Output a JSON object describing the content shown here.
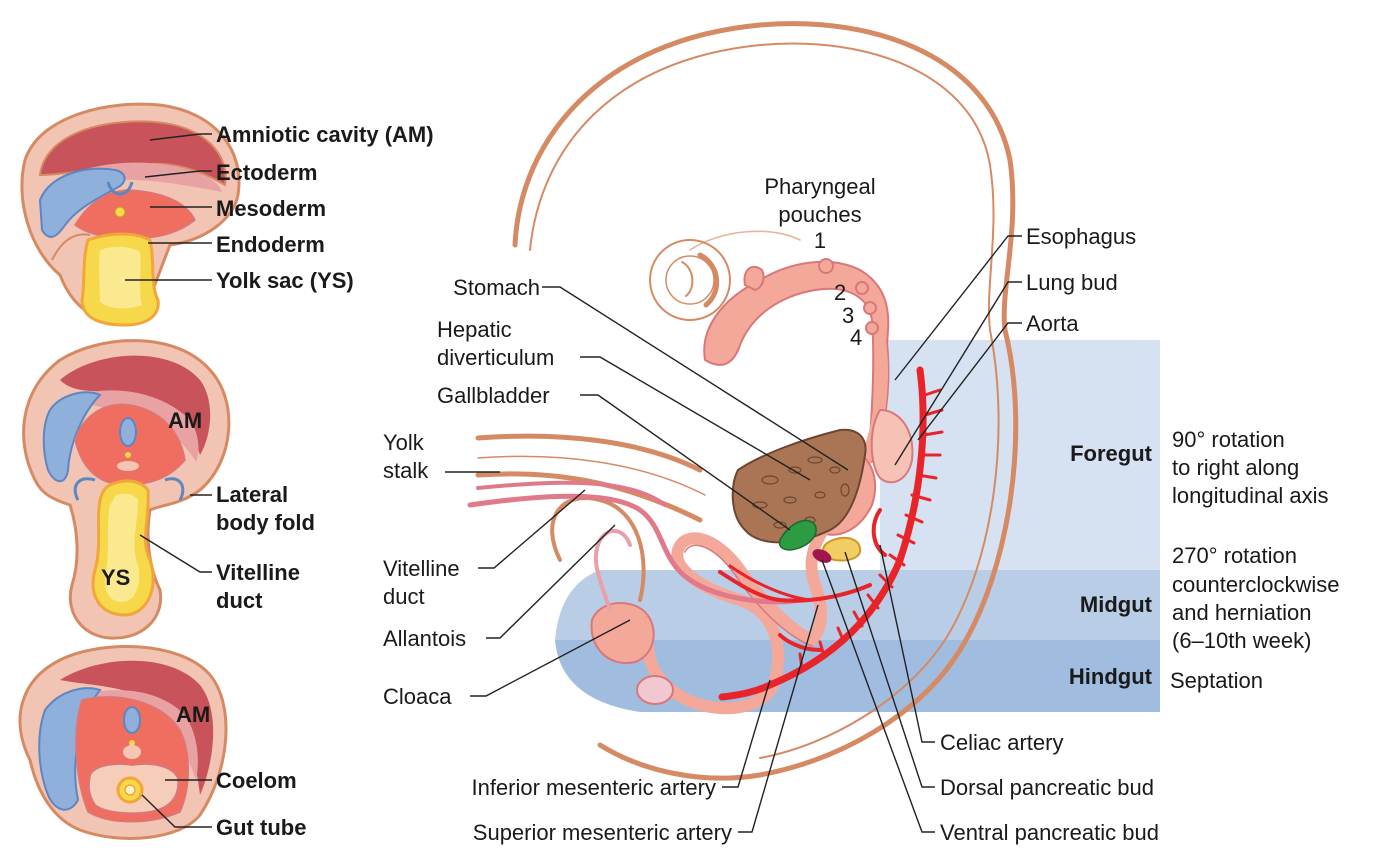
{
  "cross_sections": {
    "top": {
      "amniotic_cavity": "Amniotic cavity (AM)",
      "ectoderm": "Ectoderm",
      "mesoderm": "Mesoderm",
      "endoderm": "Endoderm",
      "yolk_sac": "Yolk sac (YS)"
    },
    "middle": {
      "am": "AM",
      "ys": "YS",
      "lateral_body_fold": [
        "Lateral",
        "body fold"
      ],
      "vitelline_duct": [
        "Vitelline",
        "duct"
      ]
    },
    "bottom": {
      "am": "AM",
      "coelom": "Coelom",
      "gut_tube": "Gut tube"
    }
  },
  "embryo_labels": {
    "pharyngeal_pouches": [
      "Pharyngeal",
      "pouches"
    ],
    "pouch_numbers": [
      "1",
      "2",
      "3",
      "4"
    ],
    "stomach": "Stomach",
    "hepatic_diverticulum": [
      "Hepatic",
      "diverticulum"
    ],
    "gallbladder": "Gallbladder",
    "yolk_stalk": [
      "Yolk",
      "stalk"
    ],
    "vitelline_duct": [
      "Vitelline",
      "duct"
    ],
    "allantois": "Allantois",
    "cloaca": "Cloaca",
    "esophagus": "Esophagus",
    "lung_bud": "Lung bud",
    "aorta": "Aorta",
    "celiac_artery": "Celiac artery",
    "dorsal_pancreatic_bud": "Dorsal pancreatic bud",
    "ventral_pancreatic_bud": "Ventral pancreatic bud",
    "inferior_mesenteric_artery": "Inferior mesenteric artery",
    "superior_mesenteric_artery": "Superior mesenteric artery"
  },
  "regions": {
    "foregut": {
      "name": "Foregut",
      "note": [
        "90° rotation",
        "to right along",
        "longitudinal axis"
      ]
    },
    "midgut": {
      "name": "Midgut",
      "note": [
        "270° rotation",
        "counterclockwise",
        "and herniation",
        "(6–10th week)"
      ]
    },
    "hindgut": {
      "name": "Hindgut",
      "note": [
        "Septation"
      ]
    }
  },
  "colors": {
    "foregut_band": "#d6e2f1",
    "midgut_band": "#b9cde6",
    "hindgut_band": "#a0bde0",
    "embryo_outline": "#d58a63",
    "gut_tube": "#f4a89a",
    "artery": "#e8242a",
    "liver": "#a97555",
    "gallbladder": "#2d9a44",
    "pancreas_dorsal": "#f1cd64",
    "pancreas_ventral": "#a0154e",
    "mesoderm": "#ef6e5f",
    "ectoderm": "#7fa7d6",
    "yolk": "#f6d84a"
  }
}
